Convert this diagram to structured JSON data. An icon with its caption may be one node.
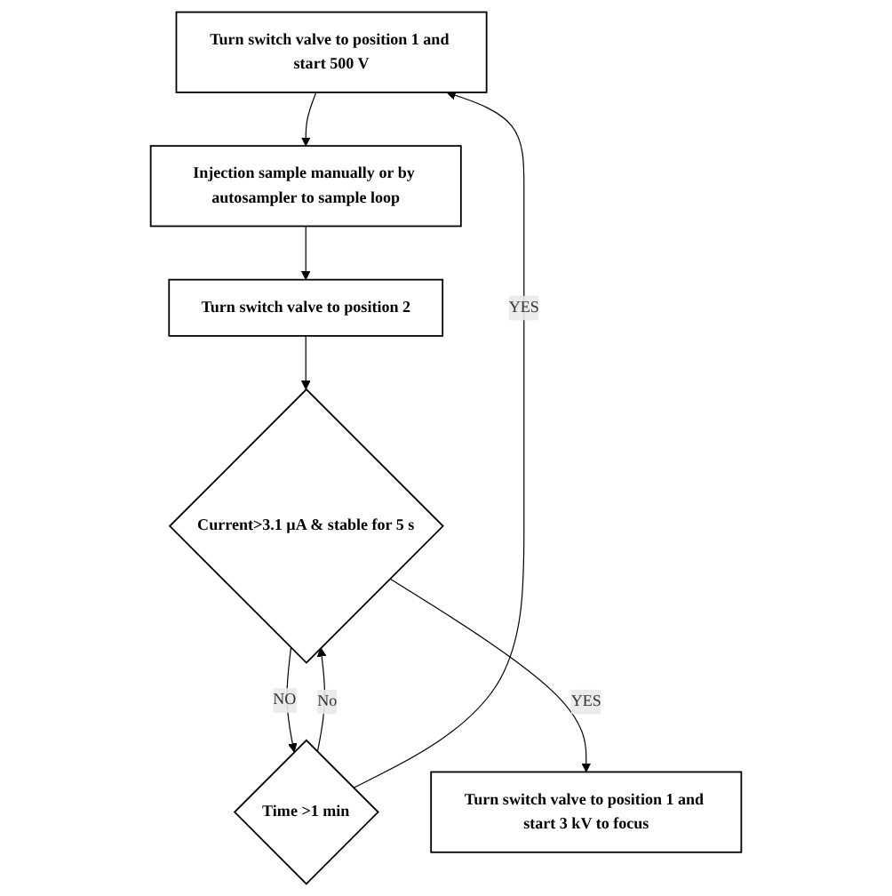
{
  "diagram": {
    "nodes": [
      {
        "text": [
          "Turn switch valve to position 1 and start 500 V"
        ]
      },
      {
        "text": [
          "Injection sample manually or by autosampler to sample loop"
        ]
      },
      {
        "text": [
          "Turn switch valve to position 2"
        ]
      },
      {
        "text": [
          "Current>3.1 µA & stable for 5 s"
        ]
      },
      {
        "text": [
          "Time >1 min"
        ]
      },
      {
        "text": [
          "Turn switch valve to position 1 and start 3 kV to focus"
        ]
      }
    ],
    "edges": [
      {
        "from": 0,
        "to": 1,
        "arrow": "to"
      },
      {
        "from": 1,
        "to": 2,
        "arrow": "to"
      },
      {
        "from": 2,
        "to": 3,
        "arrow": "to"
      },
      {
        "from": 3,
        "to": 4,
        "label": "NO",
        "arrow": "to"
      },
      {
        "from": 4,
        "to": 3,
        "label": "No",
        "arrow": "to"
      },
      {
        "from": 4,
        "to": 0,
        "label": "YES",
        "arrow": "to"
      },
      {
        "from": 3,
        "to": 5,
        "label": "YES",
        "arrow": "to"
      }
    ]
  }
}
